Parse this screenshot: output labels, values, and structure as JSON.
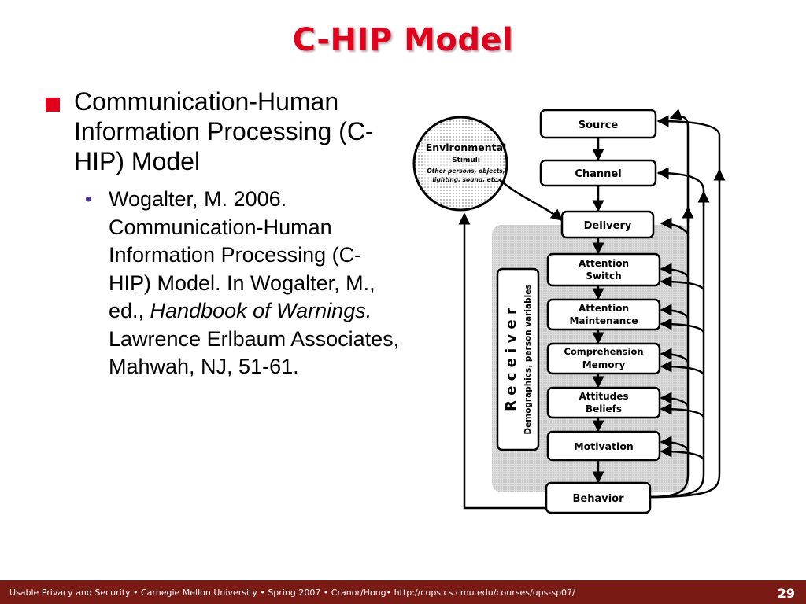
{
  "slide": {
    "title": "C-HIP Model",
    "bullet": "Communication-Human Information Processing (C-HIP) Model",
    "sub_bullet": {
      "text_before": "Wogalter, M. 2006. Communication-Human Information Processing (C-HIP) Model. In Wogalter, M., ed., ",
      "italic": "Handbook of Warnings.",
      "text_after": " Lawrence Erlbaum Associates, Mahwah, NJ, 51-61."
    }
  },
  "diagram": {
    "environment": {
      "title": "Environmental",
      "subtitle": "Stimuli",
      "line1": "Other persons, objects,",
      "line2": "lighting, sound, etc."
    },
    "boxes": {
      "source": "Source",
      "channel": "Channel",
      "delivery": "Delivery",
      "attention_switch": [
        "Attention",
        "Switch"
      ],
      "attention_maintenance": [
        "Attention",
        "Maintenance"
      ],
      "comprehension_memory": [
        "Comprehension",
        "Memory"
      ],
      "attitudes_beliefs": [
        "Attitudes",
        "Beliefs"
      ],
      "motivation": "Motivation",
      "behavior": "Behavior"
    },
    "receiver": {
      "title": "R e c e i v e r",
      "subtitle": "Demographics, person variables"
    }
  },
  "footer": {
    "text": "Usable Privacy and Security  •  Carnegie Mellon University  •  Spring 2007  •  Cranor/Hong•  http://cups.cs.cmu.edu/courses/ups-sp07/",
    "page_number": "29"
  }
}
